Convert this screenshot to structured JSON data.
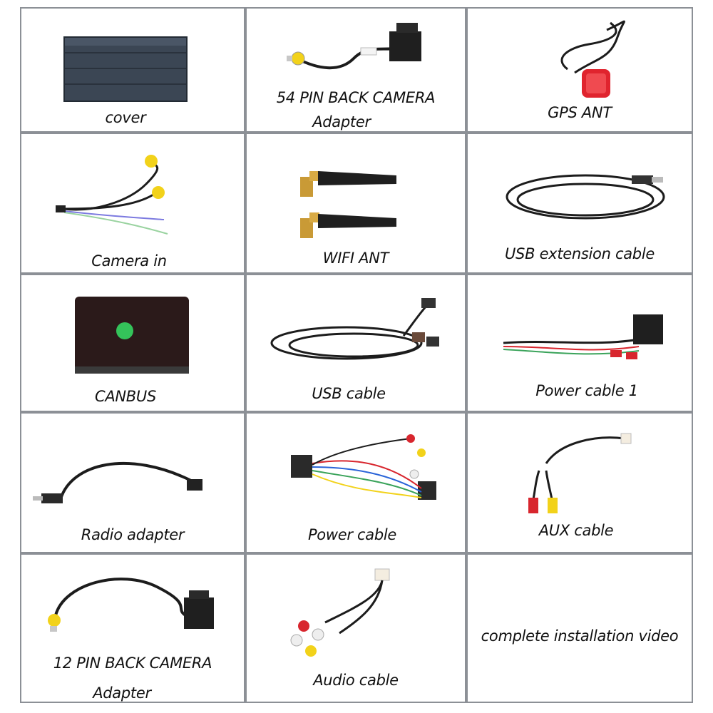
{
  "colors": {
    "grid_line": "#8c9096",
    "cable": "#1c1c1c",
    "rca_yellow": "#f2d21a",
    "rca_red": "#d8262e",
    "rca_white": "#eeeeee",
    "gps_red": "#e0242e",
    "antenna_gold": "#c99a36"
  },
  "cells": [
    {
      "id": "cover",
      "label_lines": [
        "cover"
      ]
    },
    {
      "id": "pin54",
      "label_lines": [
        "54 PIN BACK CAMERA",
        "Adapter"
      ]
    },
    {
      "id": "gps",
      "label_lines": [
        "GPS ANT"
      ]
    },
    {
      "id": "camera_in",
      "label_lines": [
        "Camera in"
      ]
    },
    {
      "id": "wifi",
      "label_lines": [
        "WIFI ANT"
      ]
    },
    {
      "id": "usb_ext",
      "label_lines": [
        "USB extension cable"
      ]
    },
    {
      "id": "canbus",
      "label_lines": [
        "CANBUS"
      ]
    },
    {
      "id": "usb_cable",
      "label_lines": [
        "USB cable"
      ]
    },
    {
      "id": "power1",
      "label_lines": [
        "Power cable 1"
      ]
    },
    {
      "id": "radio",
      "label_lines": [
        "Radio adapter"
      ]
    },
    {
      "id": "power",
      "label_lines": [
        "Power cable"
      ]
    },
    {
      "id": "aux",
      "label_lines": [
        "AUX cable"
      ]
    },
    {
      "id": "pin12",
      "label_lines": [
        "12 PIN BACK CAMERA",
        "Adapter"
      ]
    },
    {
      "id": "audio",
      "label_lines": [
        "Audio cable"
      ]
    },
    {
      "id": "video",
      "label_lines": [
        "complete installation video"
      ]
    }
  ]
}
